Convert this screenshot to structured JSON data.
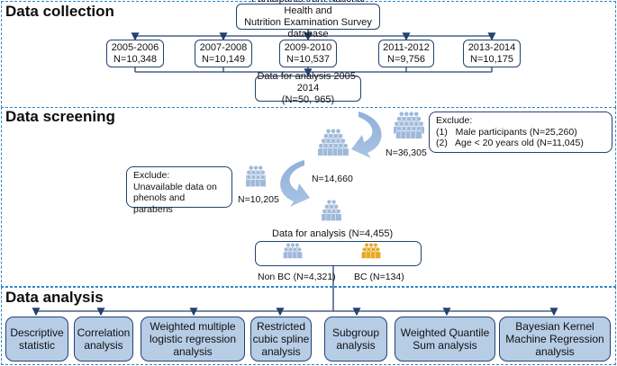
{
  "sections": {
    "collection": "Data collection",
    "screening": "Data screening",
    "analysis": "Data analysis"
  },
  "source": {
    "line1": "Participants from National Health and",
    "line2": "Nutrition Examination Survey database"
  },
  "cycles": [
    {
      "years": "2005-2006",
      "n": "N=10,348"
    },
    {
      "years": "2007-2008",
      "n": "N=10,149"
    },
    {
      "years": "2009-2010",
      "n": "N=10,537"
    },
    {
      "years": "2011-2012",
      "n": "N=9,756"
    },
    {
      "years": "2013-2014",
      "n": "N=10,175"
    }
  ],
  "combined": {
    "line1": "Data for analysis 2005-2014",
    "line2": "(N=50, 965)"
  },
  "exclude1": {
    "title": "Exclude:",
    "item1": "(1)   Male participants (N=25,260)",
    "item2": "(2)   Age < 20 years old (N=11,045)",
    "count": "N=36,305"
  },
  "after_first": "N=14,660",
  "exclude2": {
    "title": "Exclude:",
    "line1": "Unavailable data on",
    "line2": "phenols and parabens",
    "count": "N=10,205"
  },
  "final": {
    "label": "Data for analysis (N=4,455)",
    "non_bc": "Non BC (N=4,321)",
    "bc": "BC (N=134)"
  },
  "analyses": [
    {
      "line1": "Descriptive",
      "line2": "statistic",
      "line3": ""
    },
    {
      "line1": "Correlation",
      "line2": "analysis",
      "line3": ""
    },
    {
      "line1": "Weighted multiple",
      "line2": "logistic regression",
      "line3": "analysis"
    },
    {
      "line1": "Restricted",
      "line2": "cubic spline",
      "line3": "analysis"
    },
    {
      "line1": "Subgroup",
      "line2": "analysis",
      "line3": ""
    },
    {
      "line1": "Weighted Quantile",
      "line2": "Sum analysis",
      "line3": ""
    },
    {
      "line1": "Bayesian Kernel",
      "line2": "Machine Regression",
      "line3": "analysis"
    }
  ],
  "colors": {
    "people_blue": "#9fb9da",
    "people_gold": "#e8a823",
    "line": "#24416f",
    "analysis_fill": "#b7cde6",
    "dash": "#2e86c9"
  }
}
